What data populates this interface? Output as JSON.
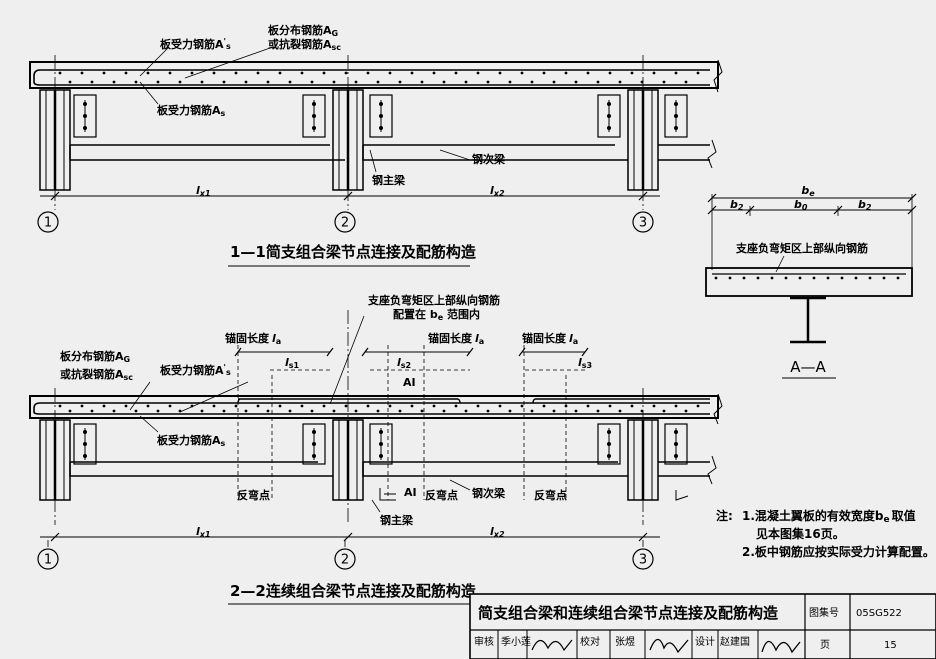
{
  "labels": {
    "distribution_steel": "板分布钢筋A",
    "distribution_steel_sub": "G",
    "crack_steel": "或抗裂钢筋A",
    "crack_steel_sub": "sc",
    "slab_main_steel_top": "板受力钢筋A",
    "slab_main_steel_top_sup": "s",
    "slab_main_steel_top_prime": "'",
    "slab_main_steel_bottom": "板受力钢筋A",
    "slab_main_steel_bottom_sub": "s",
    "main_beam": "钢主梁",
    "secondary_beam": "钢次梁",
    "span_1": "l",
    "span_1_sub": "x1",
    "span_2": "l",
    "span_2_sub": "x2",
    "anchor_length": "锚固长度",
    "anchor_l": "l",
    "anchor_l_sub": "a",
    "ls1": "s1",
    "ls2": "s2",
    "ls3": "s3",
    "inflection_point": "反弯点",
    "section_mark": "AI",
    "neg_moment_note_line1": "支座负弯矩区上部纵向钢筋",
    "neg_moment_note_line2": "配置在 b",
    "neg_moment_note_line2_sub": "e",
    "neg_moment_note_line2_end": " 范围内"
  },
  "axes": [
    "1",
    "2",
    "3"
  ],
  "section_aa": {
    "be": "b",
    "be_sub": "e",
    "b2": "b",
    "b2_sub": "2",
    "b0": "b",
    "b0_sub": "0",
    "label": "支座负弯矩区上部纵向钢筋",
    "title": "A—A"
  },
  "titles": {
    "diagram_1": "1—1简支组合梁节点连接及配筋构造",
    "diagram_2": "2—2连续组合梁节点连接及配筋构造"
  },
  "notes": {
    "prefix": "注:",
    "line1": "1.混凝土翼板的有效宽度b",
    "line1_sub": "e",
    "line1_end": "取值",
    "line2": "见本图集16页。",
    "line3": "2.板中钢筋应按实际受力计算配置。"
  },
  "title_block": {
    "main_title": "简支组合梁和连续组合梁节点连接及配筋构造",
    "atlas_label": "图集号",
    "atlas_no": "05SG522",
    "review_label": "审核",
    "reviewer": "季小莲",
    "check_label": "校对",
    "checker": "张煜",
    "design_label": "设计",
    "designer": "赵建国",
    "page_label": "页",
    "page_no": "15"
  }
}
